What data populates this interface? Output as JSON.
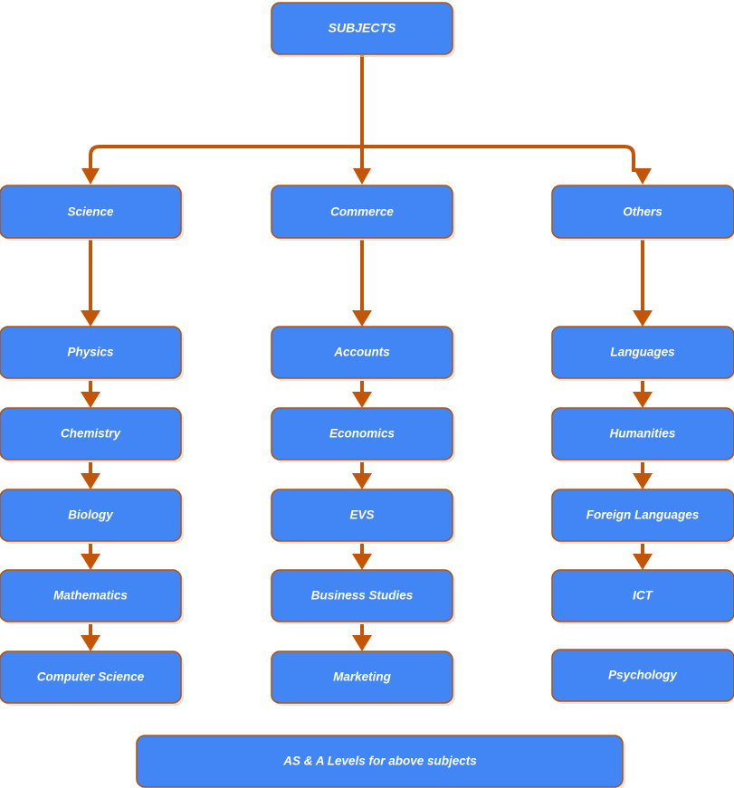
{
  "diagram": {
    "title": "Subjects hierarchy flowchart",
    "root": {
      "id": "subjects",
      "label": "SUBJECTS"
    },
    "branches": [
      {
        "id": "science",
        "label": "Science"
      },
      {
        "id": "commerce",
        "label": "Commerce"
      },
      {
        "id": "others",
        "label": "Others"
      }
    ],
    "columns": [
      {
        "branch": "Science",
        "items": [
          {
            "id": "physics",
            "label": "Physics"
          },
          {
            "id": "chemistry",
            "label": "Chemistry"
          },
          {
            "id": "biology",
            "label": "Biology"
          },
          {
            "id": "mathematics",
            "label": "Mathematics"
          },
          {
            "id": "computer-science",
            "label": "Computer Science"
          }
        ]
      },
      {
        "branch": "Commerce",
        "items": [
          {
            "id": "accounts",
            "label": "Accounts"
          },
          {
            "id": "economics",
            "label": "Economics"
          },
          {
            "id": "evs",
            "label": "EVS"
          },
          {
            "id": "business-studies",
            "label": "Business Studies"
          },
          {
            "id": "marketing",
            "label": "Marketing"
          }
        ]
      },
      {
        "branch": "Others",
        "items": [
          {
            "id": "languages",
            "label": "Languages"
          },
          {
            "id": "humanities",
            "label": "Humanities"
          },
          {
            "id": "foreign-languages",
            "label": "Foreign Languages"
          },
          {
            "id": "ict",
            "label": "ICT"
          },
          {
            "id": "psychology",
            "label": "Psychology"
          }
        ]
      }
    ],
    "footer": {
      "id": "as-a-levels",
      "label": "AS & A Levels for above subjects"
    },
    "colors": {
      "node_fill": "#4285f4",
      "node_border": "#b5540c",
      "connector": "#c25508",
      "label_text": "#ffffff",
      "background": "#ffffff"
    }
  },
  "chart_data": {
    "type": "diagram",
    "title": "SUBJECTS",
    "nodes": [
      "SUBJECTS",
      "Science",
      "Commerce",
      "Others",
      "Physics",
      "Chemistry",
      "Biology",
      "Mathematics",
      "Computer Science",
      "Accounts",
      "Economics",
      "EVS",
      "Business Studies",
      "Marketing",
      "Languages",
      "Humanities",
      "Foreign Languages",
      "ICT",
      "Psychology",
      "AS & A Levels for above subjects"
    ],
    "edges": [
      [
        "SUBJECTS",
        "Science"
      ],
      [
        "SUBJECTS",
        "Commerce"
      ],
      [
        "SUBJECTS",
        "Others"
      ],
      [
        "Science",
        "Physics"
      ],
      [
        "Physics",
        "Chemistry"
      ],
      [
        "Chemistry",
        "Biology"
      ],
      [
        "Biology",
        "Mathematics"
      ],
      [
        "Mathematics",
        "Computer Science"
      ],
      [
        "Commerce",
        "Accounts"
      ],
      [
        "Accounts",
        "Economics"
      ],
      [
        "Economics",
        "EVS"
      ],
      [
        "EVS",
        "Business Studies"
      ],
      [
        "Business Studies",
        "Marketing"
      ],
      [
        "Others",
        "Languages"
      ],
      [
        "Languages",
        "Humanities"
      ],
      [
        "Humanities",
        "Foreign Languages"
      ],
      [
        "Foreign Languages",
        "ICT"
      ]
    ]
  }
}
